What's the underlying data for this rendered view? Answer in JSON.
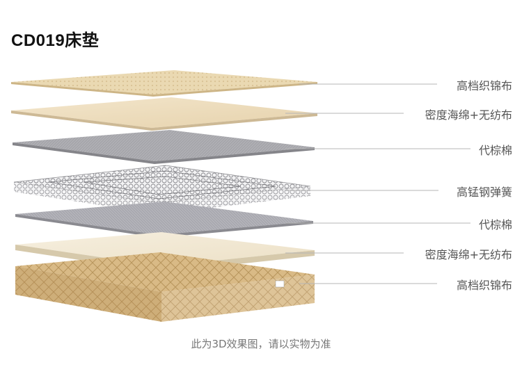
{
  "title": "CD019床垫",
  "layers": [
    {
      "label": "高档织锦布",
      "fill": "#ead9b2",
      "pattern": "fabric"
    },
    {
      "label": "密度海绵+无纺布",
      "fill": "#eadcc0",
      "pattern": "plain"
    },
    {
      "label": "代棕棉",
      "fill": "#a7a7ab",
      "pattern": "fiber"
    },
    {
      "label": "高锰钢弹簧",
      "fill": "#cfcfd3",
      "pattern": "spring"
    },
    {
      "label": "代棕棉",
      "fill": "#a9a9ae",
      "pattern": "fiber"
    },
    {
      "label": "密度海绵+无纺布",
      "fill": "#f1e8d2",
      "pattern": "plain"
    },
    {
      "label": "高档织锦布",
      "fill": "#d8b884",
      "pattern": "quilt"
    }
  ],
  "caption": "此为3D效果图，请以实物为准",
  "colors": {
    "line": "#b5b5b5",
    "text": "#555555",
    "title": "#111111"
  }
}
